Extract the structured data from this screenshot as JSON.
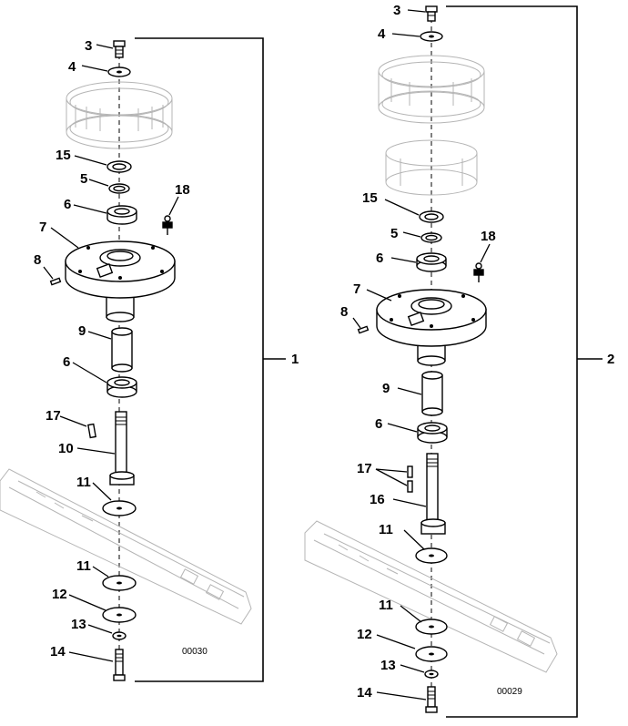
{
  "assemblies": [
    {
      "group_label": "1",
      "drawing_code": "00030",
      "callouts": [
        "3",
        "4",
        "15",
        "5",
        "6",
        "18",
        "7",
        "8",
        "9",
        "6",
        "17",
        "10",
        "11",
        "11",
        "12",
        "13",
        "14"
      ]
    },
    {
      "group_label": "2",
      "drawing_code": "00029",
      "callouts": [
        "3",
        "4",
        "15",
        "5",
        "6",
        "18",
        "7",
        "8",
        "9",
        "6",
        "17",
        "16",
        "11",
        "11",
        "12",
        "13",
        "14"
      ]
    }
  ]
}
